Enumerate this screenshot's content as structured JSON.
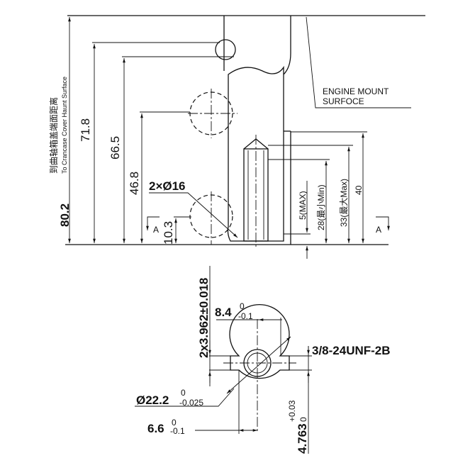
{
  "title": "Crankshaft PTO dimension drawing",
  "side_view": {
    "dim_total": "80.2",
    "dim_total_note_cn": "到曲轴箱盖端面距离",
    "dim_total_note_en": "To Crancase Cover Haunt Surface",
    "dim_71": "71.8",
    "dim_66": "66.5",
    "dim_46": "46.8",
    "dim_10": "10.3",
    "holes": "2×Ø16",
    "engine_mount_line1": "ENGINE MOUNT",
    "engine_mount_line2": "SURFOCE",
    "dim_5": "5(MAX)",
    "dim_28": "28(最小Min)",
    "dim_33": "33(最大Max)",
    "dim_40": "40",
    "section_mark": "A"
  },
  "section_view": {
    "key_width": "2x3.962±0.018",
    "dim_84": "8.4",
    "dim_84_upper": "0",
    "dim_84_lower": "-0.1",
    "thread": "3/8-24UNF-2B",
    "diameter": "Ø22.2",
    "diameter_upper": "0",
    "diameter_lower": "-0.025",
    "dim_66": "6.6",
    "dim_66_upper": "0",
    "dim_66_lower": "-0.1",
    "dim_4763": "4.763",
    "dim_4763_upper": "+0.03",
    "dim_4763_lower": "0"
  }
}
